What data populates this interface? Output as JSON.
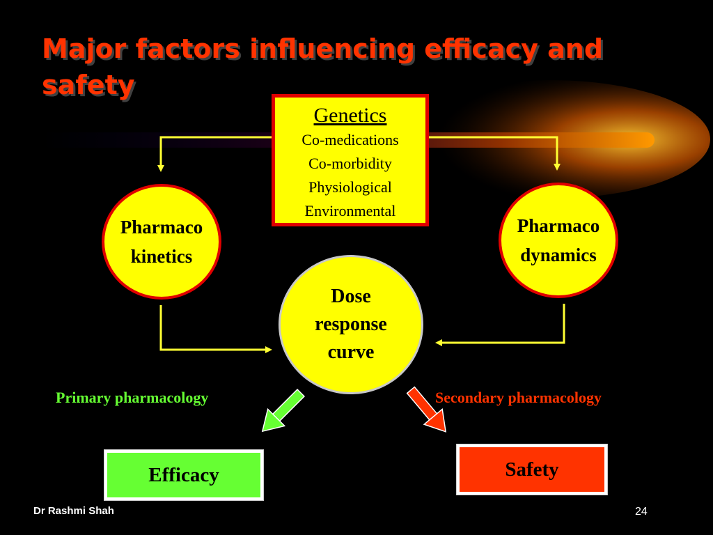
{
  "slide": {
    "title": "Major factors influencing efficacy and safety",
    "colors": {
      "background": "#000000",
      "title": "#ff3300",
      "box_fill": "#ffff00",
      "box_border": "#e00000",
      "connector": "#ffff33",
      "primary": "#66ff33",
      "secondary": "#ff3300"
    }
  },
  "genetics_box": {
    "heading": "Genetics",
    "items": [
      "Co-medications",
      "Co-morbidity",
      "Physiological",
      "Environmental"
    ]
  },
  "pharmacokinetics": {
    "line1": "Pharmaco",
    "line2": "kinetics"
  },
  "pharmacodynamics": {
    "line1": "Pharmaco",
    "line2": "dynamics"
  },
  "dose_response": {
    "line1": "Dose",
    "line2": "response",
    "line3": "curve"
  },
  "primary_label": "Primary pharmacology",
  "secondary_label": "Secondary pharmacology",
  "efficacy_label": "Efficacy",
  "safety_label": "Safety",
  "footer": {
    "author": "Dr Rashmi Shah",
    "page_number": "24"
  }
}
